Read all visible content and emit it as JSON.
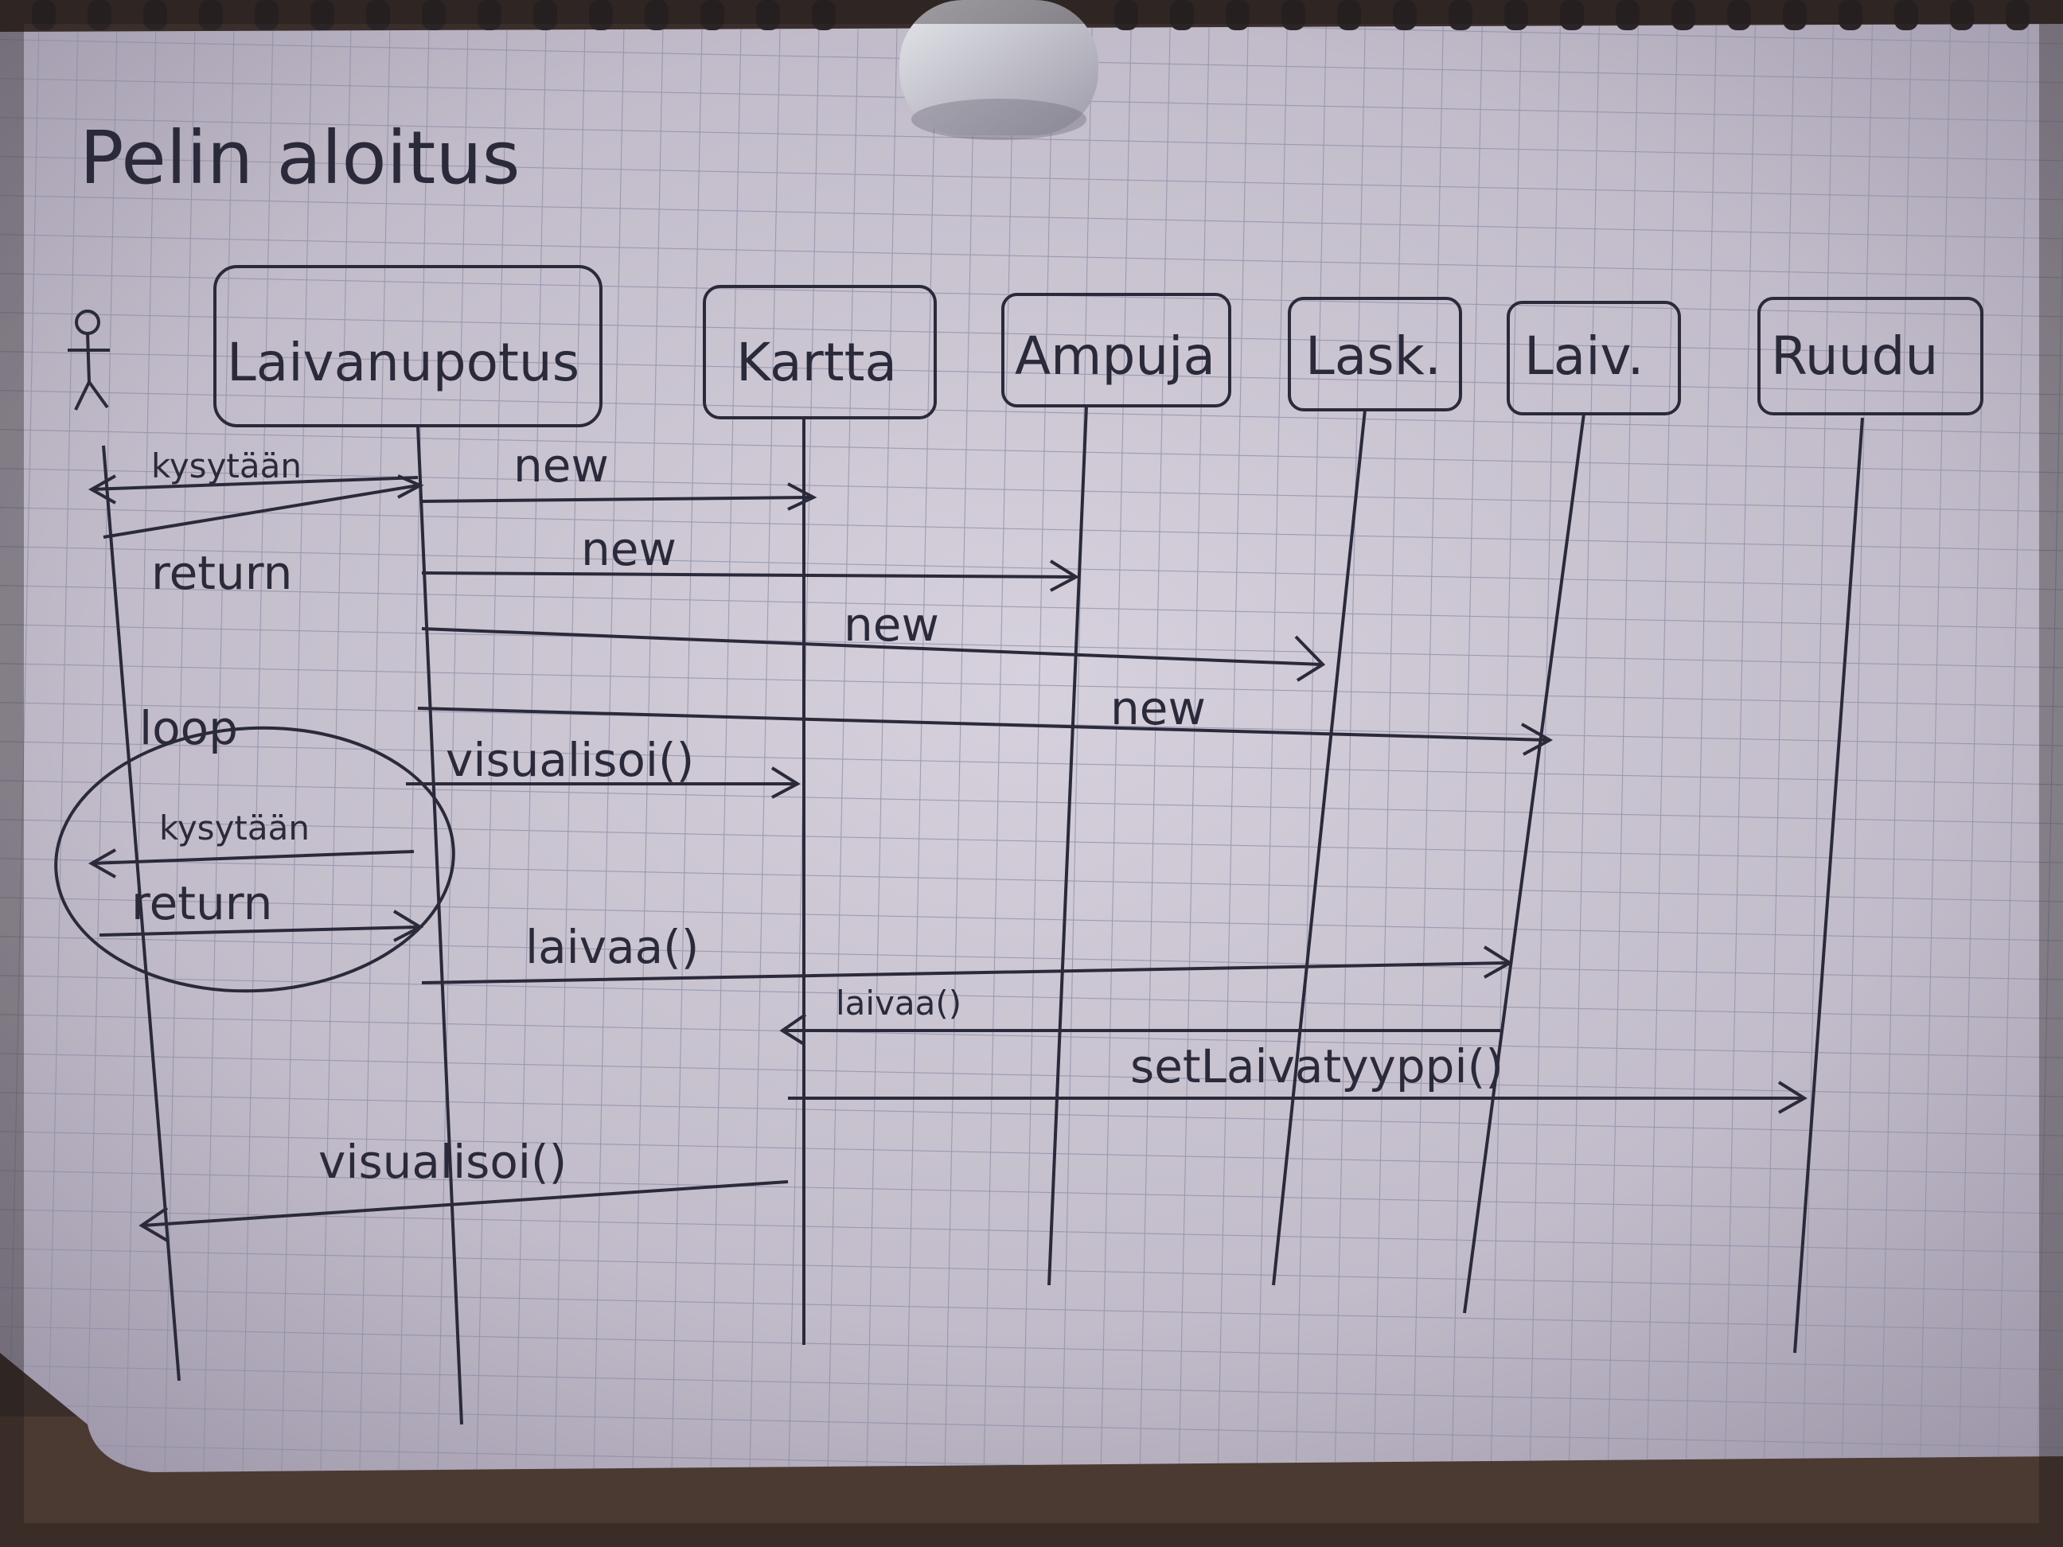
{
  "diagram": {
    "title": "Pelin aloitus",
    "actor_icon": "stick-figure-actor-icon",
    "lifelines": [
      {
        "label": "Laivanupotus"
      },
      {
        "label": "Kartta"
      },
      {
        "label": "Ampuja"
      },
      {
        "label": "Lask."
      },
      {
        "label": "Laiv."
      },
      {
        "label": "Ruudu"
      }
    ],
    "messages": [
      {
        "label": "kysytään"
      },
      {
        "label": "return"
      },
      {
        "label": "new"
      },
      {
        "label": "new"
      },
      {
        "label": "new"
      },
      {
        "label": "new"
      },
      {
        "label": "visualisoi()"
      },
      {
        "label": "kysytään"
      },
      {
        "label": "return"
      },
      {
        "label": "laivaa()"
      },
      {
        "label": "laivaa()"
      },
      {
        "label": "setLaivatyyppi()"
      },
      {
        "label": "visualisoi()"
      }
    ],
    "loop_label": "loop",
    "colors": {
      "paper": "#c9c3cf",
      "grid": "#8b8aa6",
      "ink": "#2b2a3a",
      "background": "#3a2e2a"
    }
  }
}
